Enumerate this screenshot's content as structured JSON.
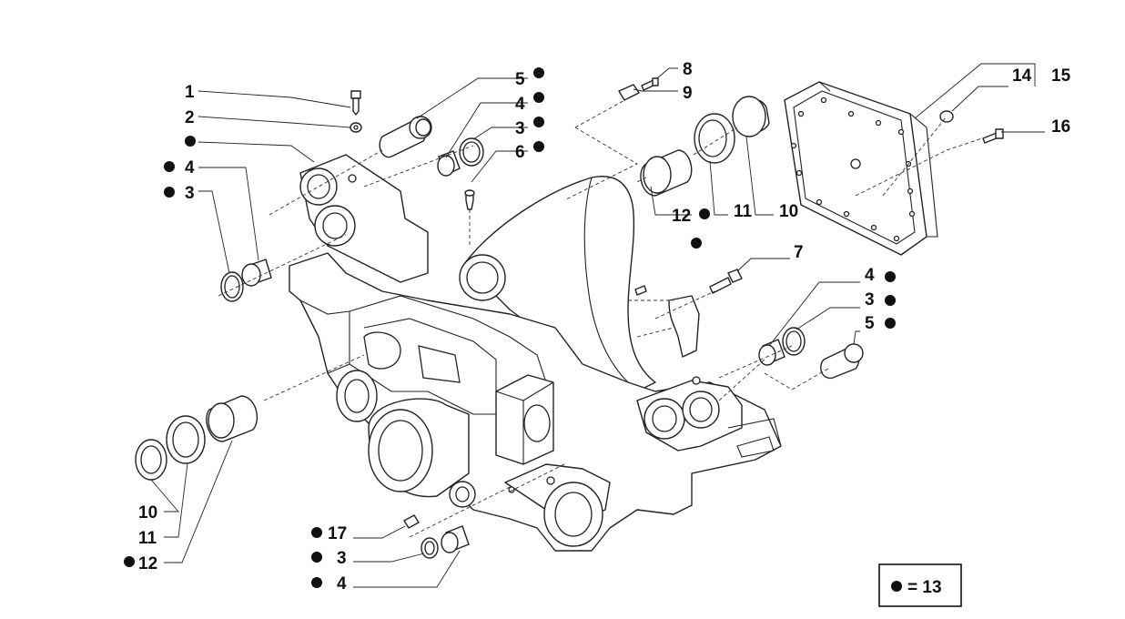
{
  "callouts": {
    "c1": "1",
    "c2": "2",
    "c4_left": "4",
    "c3_left": "3",
    "c5_top": "5",
    "c4_top": "4",
    "c3_top": "3",
    "c6": "6",
    "c8": "8",
    "c9": "9",
    "c12_top": "12",
    "c11_top": "11",
    "c10_top": "10",
    "c14": "14",
    "c15": "15",
    "c16": "16",
    "c7": "7",
    "c4_right": "4",
    "c3_right": "3",
    "c5_right": "5",
    "c10_bottom": "10",
    "c11_bottom": "11",
    "c12_bottom": "12",
    "c17": "17",
    "c3_bottom": "3",
    "c4_bottom": "4"
  },
  "legend": {
    "text": "= 13"
  }
}
